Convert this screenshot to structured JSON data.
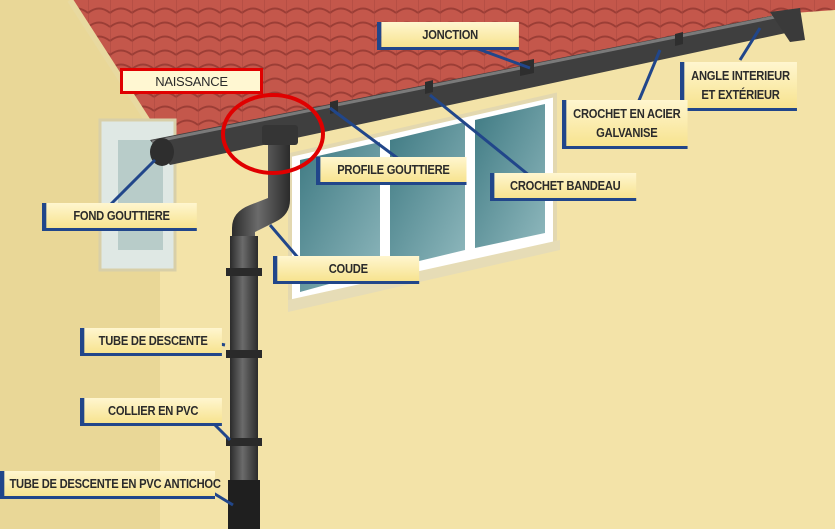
{
  "labels": {
    "naissance": "NAISSANCE",
    "jonction": "JONCTION",
    "angle_line1": "ANGLE INTERIEUR",
    "angle_line2": "ET EXTÉRIEUR",
    "crochet_acier_line1": "CROCHET EN ACIER",
    "crochet_acier_line2": "GALVANISE",
    "profile_gouttiere": "PROFILE GOUTTIERE",
    "crochet_bandeau": "CROCHET BANDEAU",
    "fond_gouttiere": "FOND GOUTTIERE",
    "coude": "COUDE",
    "tube_descente": "TUBE DE DESCENTE",
    "collier_pvc": "COLLIER EN PVC",
    "tube_descente_pvc": "TUBE DE DESCENTE EN PVC ANTICHOC"
  },
  "colors": {
    "label_border": "#21468a",
    "highlight": "#e00000",
    "roof": "#c4574b",
    "wall": "#f3e3a8",
    "gutter": "#3b3b3b"
  }
}
